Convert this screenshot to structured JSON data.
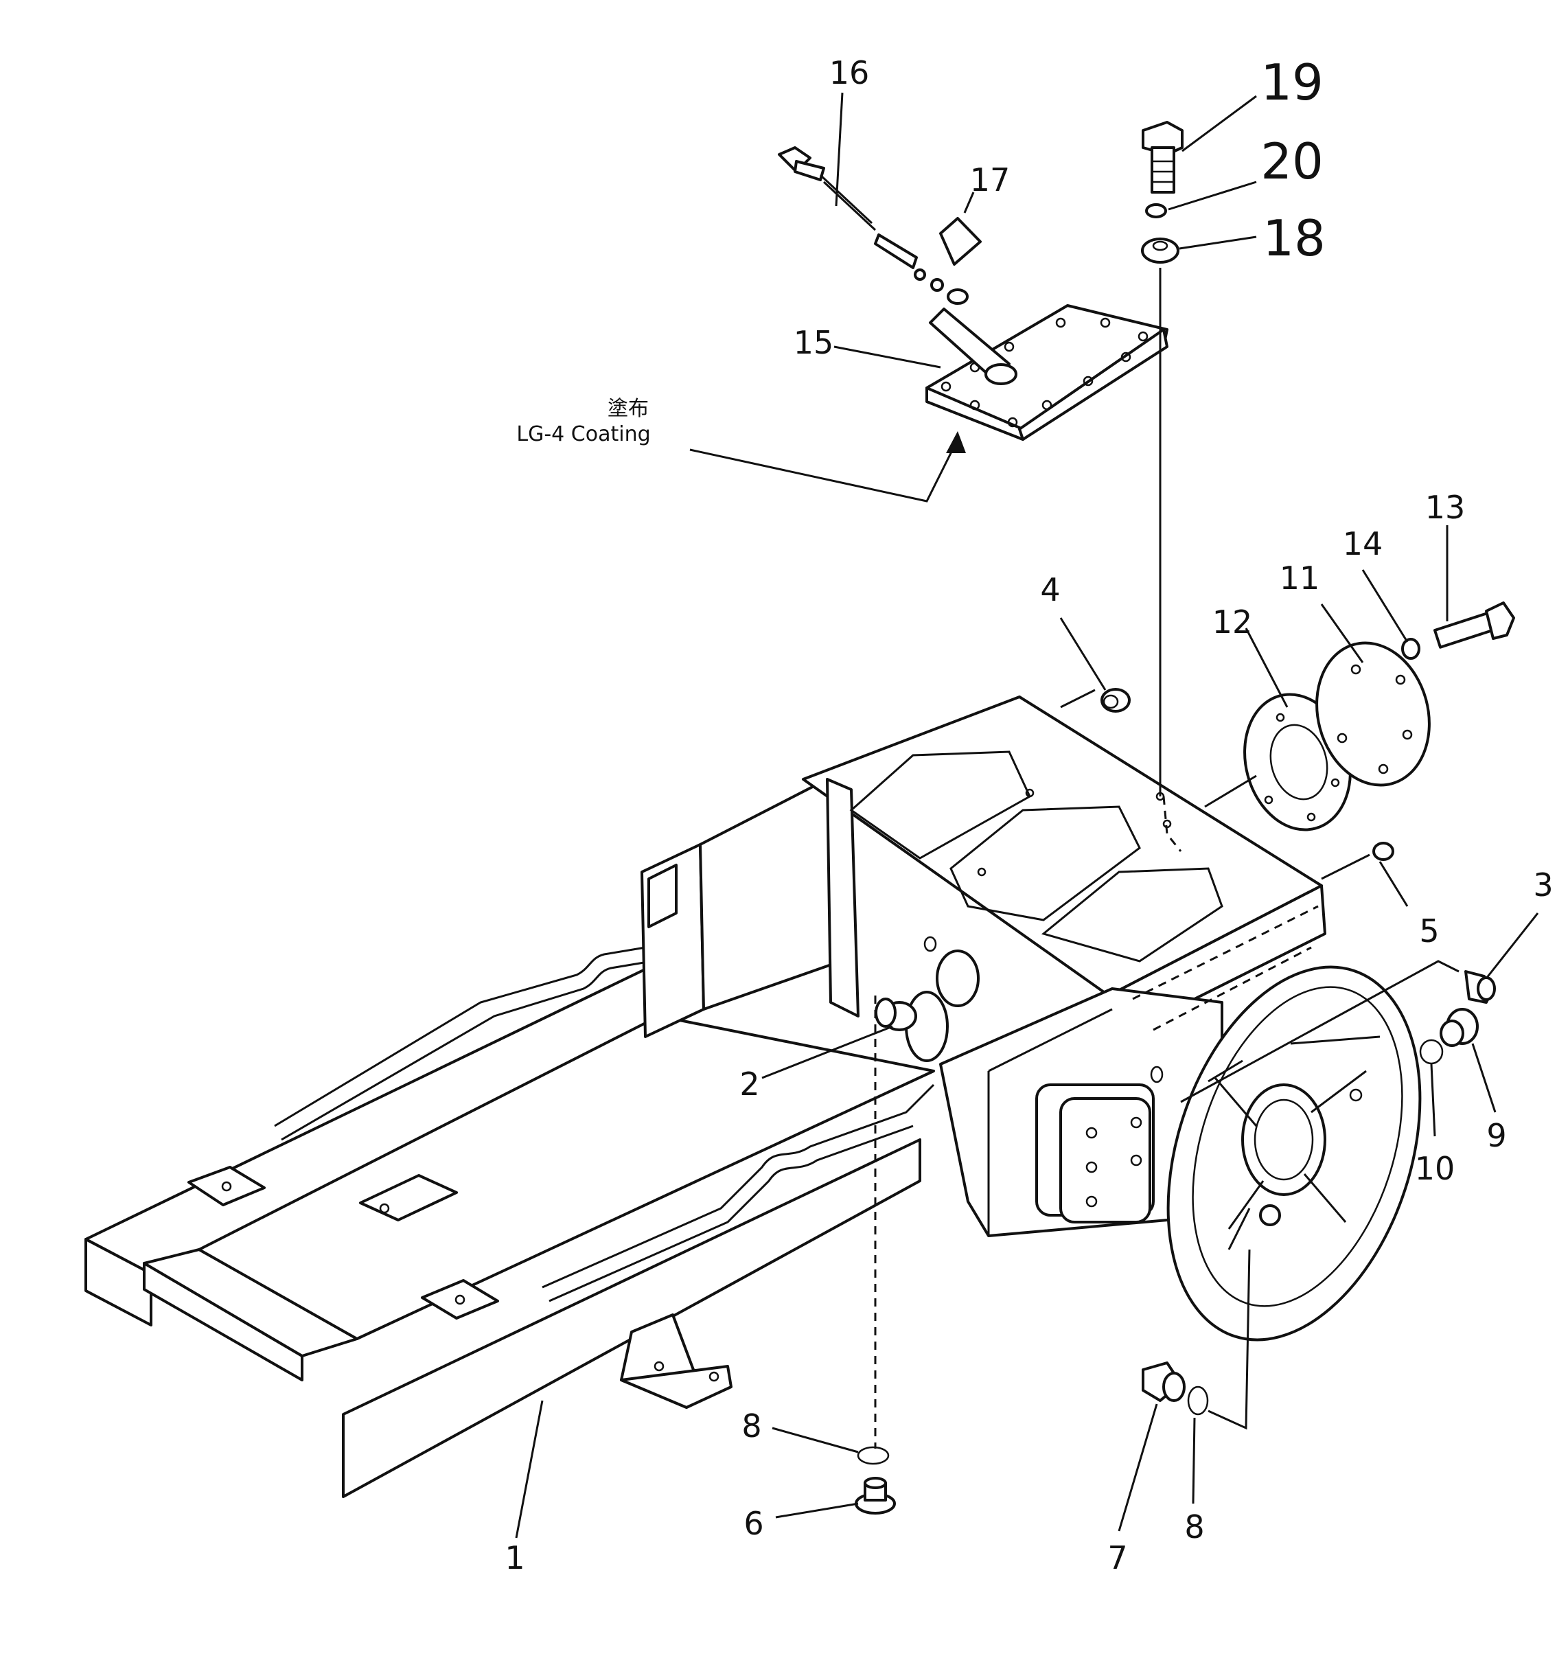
{
  "labels": {
    "1": "1",
    "2": "2",
    "3": "3",
    "4": "4",
    "5": "5",
    "6": "6",
    "7": "7",
    "8a": "8",
    "8b": "8",
    "9": "9",
    "10": "10",
    "11": "11",
    "12": "12",
    "13": "13",
    "14": "14",
    "15": "15",
    "16": "16",
    "17": "17",
    "18": "18",
    "19": "19",
    "20": "20"
  },
  "note": {
    "cjk": "塗布",
    "text": "LG-4  Coating"
  }
}
